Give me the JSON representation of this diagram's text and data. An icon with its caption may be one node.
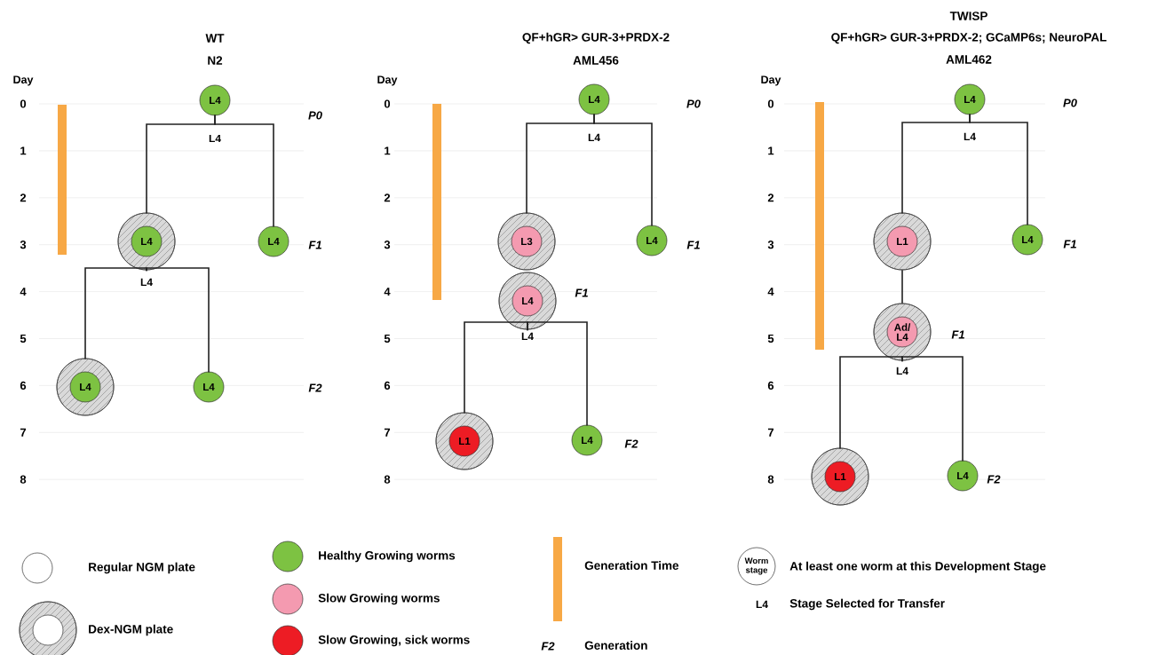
{
  "diagram": {
    "nodes": [
      {
        "text": [
          "L4"
        ]
      },
      {
        "text": [],
        "shape": "circle"
      },
      {
        "text": [
          "L4"
        ],
        "in": 1
      },
      {
        "text": [
          "L4"
        ]
      },
      {
        "text": [],
        "shape": "circle"
      },
      {
        "text": [
          "L4"
        ],
        "in": 4
      },
      {
        "text": [
          "L4"
        ]
      },
      {
        "text": [
          "L4"
        ]
      },
      {
        "text": [],
        "shape": "circle"
      },
      {
        "text": [
          "L3"
        ],
        "in": 8
      },
      {
        "text": [
          "L4"
        ]
      },
      {
        "text": [],
        "shape": "circle"
      },
      {
        "text": [
          "L4"
        ],
        "in": 11
      },
      {
        "text": [],
        "shape": "circle"
      },
      {
        "text": [
          "L1"
        ],
        "in": 13
      },
      {
        "text": [
          "L4"
        ]
      },
      {
        "text": [
          "L4"
        ]
      },
      {
        "text": [],
        "shape": "circle"
      },
      {
        "text": [
          "L1"
        ],
        "in": 17
      },
      {
        "text": [
          "L4"
        ]
      },
      {
        "text": [],
        "shape": "circle"
      },
      {
        "text": [
          "Ad/ L4"
        ],
        "in": 20
      },
      {
        "text": [],
        "shape": "circle"
      },
      {
        "text": [
          "L1"
        ],
        "in": 22
      },
      {
        "text": [
          "L4"
        ]
      }
    ],
    "edges": [
      {
        "from": 0,
        "to": 1,
        "arrow": "none",
        "label": "L4"
      },
      {
        "from": 0,
        "to": 3,
        "arrow": "none"
      },
      {
        "from": 1,
        "to": 4,
        "arrow": "none",
        "label": "L4"
      },
      {
        "from": 1,
        "to": 6,
        "arrow": "none"
      },
      {
        "from": 7,
        "to": 8,
        "arrow": "none",
        "label": "L4"
      },
      {
        "from": 7,
        "to": 10,
        "arrow": "none"
      },
      {
        "from": 11,
        "to": 13,
        "arrow": "none",
        "label": "L4"
      },
      {
        "from": 11,
        "to": 15,
        "arrow": "none"
      },
      {
        "from": 16,
        "to": 17,
        "arrow": "none",
        "label": "L4"
      },
      {
        "from": 16,
        "to": 19,
        "arrow": "none"
      },
      {
        "from": 17,
        "to": 20,
        "arrow": "none"
      },
      {
        "from": 20,
        "to": 22,
        "arrow": "none",
        "label": "L4"
      },
      {
        "from": 20,
        "to": 24,
        "arrow": "none"
      }
    ],
    "labels": [
      "WT",
      "N2",
      "QF+hGR> GUR-3+PRDX-2",
      "AML456",
      "TWISP",
      "QF+hGR> GUR-3+PRDX-2; GCaMP6s; NeuroPAL",
      "AML462",
      "Day",
      "0",
      "1",
      "2",
      "3",
      "4",
      "5",
      "6",
      "7",
      "8",
      "P0",
      "F1",
      "F2",
      "Day",
      "0",
      "1",
      "2",
      "3",
      "4",
      "5",
      "6",
      "7",
      "8",
      "P0",
      "F1",
      "F1",
      "F2",
      "Day",
      "0",
      "1",
      "2",
      "3",
      "4",
      "5",
      "6",
      "7",
      "8",
      "P0",
      "F1",
      "F1",
      "F2",
      "Worm stage",
      "L4",
      "F2"
    ],
    "legend": [
      {
        "text": "Regular NGM plate"
      },
      {
        "text": "Dex-NGM plate"
      },
      {
        "text": "Healthy Growing worms",
        "color": "#7dc242"
      },
      {
        "text": "Slow Growing worms",
        "color": "#f49ab0"
      },
      {
        "text": "Slow Growing, sick worms",
        "color": "#ed1c24"
      },
      {
        "text": "Generation Time",
        "color": "#f7a845"
      },
      {
        "text": "At least one worm at this Development Stage"
      },
      {
        "text": "Stage Selected for Transfer"
      },
      {
        "text": "Generation"
      }
    ]
  }
}
